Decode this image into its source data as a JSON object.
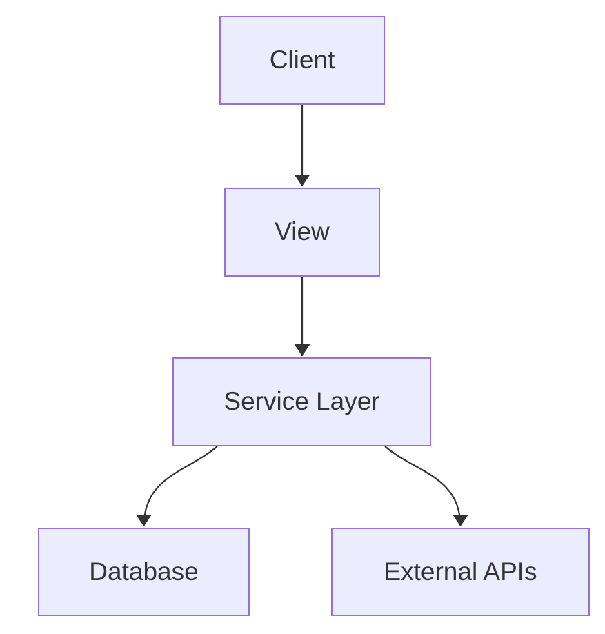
{
  "diagram": {
    "type": "flowchart",
    "direction": "top-down",
    "nodes": [
      {
        "id": "client",
        "label": "Client"
      },
      {
        "id": "view",
        "label": "View"
      },
      {
        "id": "service",
        "label": "Service Layer"
      },
      {
        "id": "database",
        "label": "Database"
      },
      {
        "id": "external",
        "label": "External APIs"
      }
    ],
    "edges": [
      {
        "from": "client",
        "to": "view",
        "arrow": "arrow-down"
      },
      {
        "from": "view",
        "to": "service",
        "arrow": "arrow-down"
      },
      {
        "from": "service",
        "to": "database",
        "arrow": "arrow-down"
      },
      {
        "from": "service",
        "to": "external",
        "arrow": "arrow-down"
      }
    ]
  },
  "style": {
    "background": "#FFFFFF",
    "node_fill": "#ECECFF",
    "node_border": "#9370DB",
    "edge_color": "#333333",
    "text_color": "#333333"
  }
}
